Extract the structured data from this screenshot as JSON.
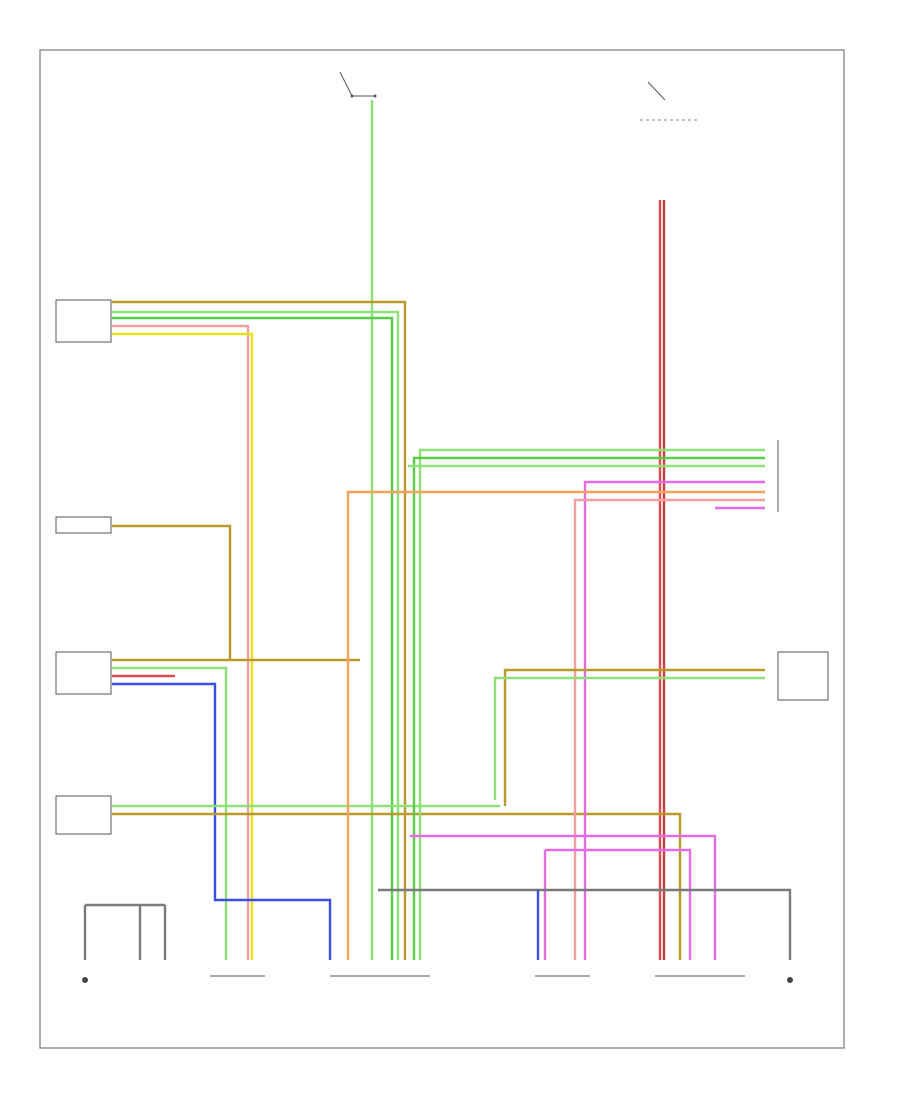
{
  "footer_id": "",
  "colors": {
    "yellow": "#e8e21a",
    "light_green": "#8fe07a",
    "green": "#5ccb4a",
    "dark_yellow": "#b89a2c",
    "red": "#e04a4a",
    "dark_red": "#c43a3a",
    "pink": "#f0a0a0",
    "orange": "#f2a25a",
    "blue": "#3a4fe0",
    "violet": "#e36be3",
    "gray": "#7a7a7a",
    "tan": "#c8a060"
  },
  "components": [
    {
      "id": "abs-control-module",
      "label_lines": [
        "",
        "",
        "",
        ""
      ]
    },
    {
      "id": "combination-meter",
      "label_lines": [
        ""
      ]
    },
    {
      "id": "cruise-control-module",
      "label_lines": [
        "",
        "",
        "",
        ""
      ]
    },
    {
      "id": "transmission-control-module",
      "label_lines": [
        "",
        "",
        "",
        "",
        ""
      ]
    },
    {
      "id": "engine-control-module",
      "label_lines": [
        "",
        "",
        "",
        ""
      ]
    },
    {
      "id": "airbag-control-module",
      "label_lines": [
        "",
        "",
        "",
        ""
      ]
    },
    {
      "id": "stop-lamp-switch",
      "label_lines": [
        "",
        ""
      ]
    },
    {
      "id": "diagnostic-connector",
      "label_lines": [
        ""
      ]
    },
    {
      "id": "ground-left",
      "label_lines": [
        "",
        "",
        ""
      ]
    },
    {
      "id": "ground-2",
      "label_lines": [
        "",
        "",
        "",
        ""
      ]
    },
    {
      "id": "junction-connector-1",
      "label_lines": [
        "",
        "",
        ""
      ]
    },
    {
      "id": "joint-connector",
      "label_lines": [
        "",
        "",
        ""
      ]
    },
    {
      "id": "data-link-connector",
      "label_lines": [
        "",
        "",
        ""
      ]
    },
    {
      "id": "junction-connector-2",
      "label_lines": [
        "",
        "",
        ""
      ]
    },
    {
      "id": "ground-right",
      "label_lines": [
        "",
        "",
        ""
      ]
    }
  ],
  "wires": []
}
